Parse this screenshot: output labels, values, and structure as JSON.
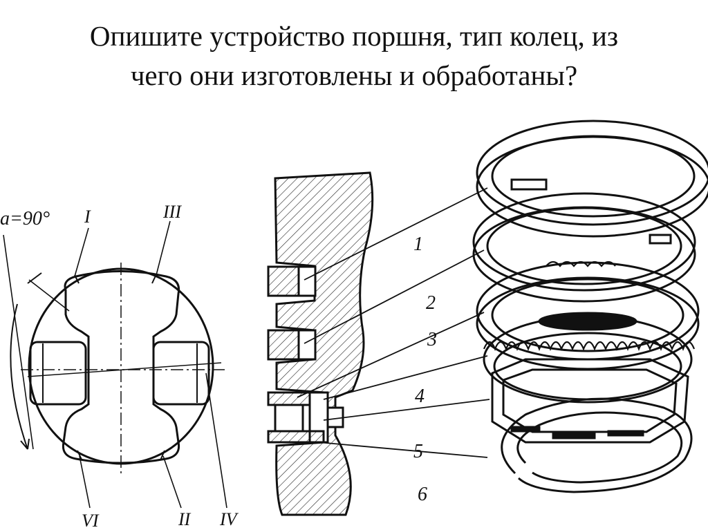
{
  "title": {
    "line1": "Опишите устройство поршня, тип колец, из",
    "line2": "чего они изготовлены и обработаны?"
  },
  "piston_top_view": {
    "angle_label": "a=90°",
    "roman_labels": [
      "I",
      "III",
      "VI",
      "II",
      "IV"
    ]
  },
  "ring_callouts": [
    "1",
    "2",
    "3",
    "4",
    "5",
    "6"
  ]
}
